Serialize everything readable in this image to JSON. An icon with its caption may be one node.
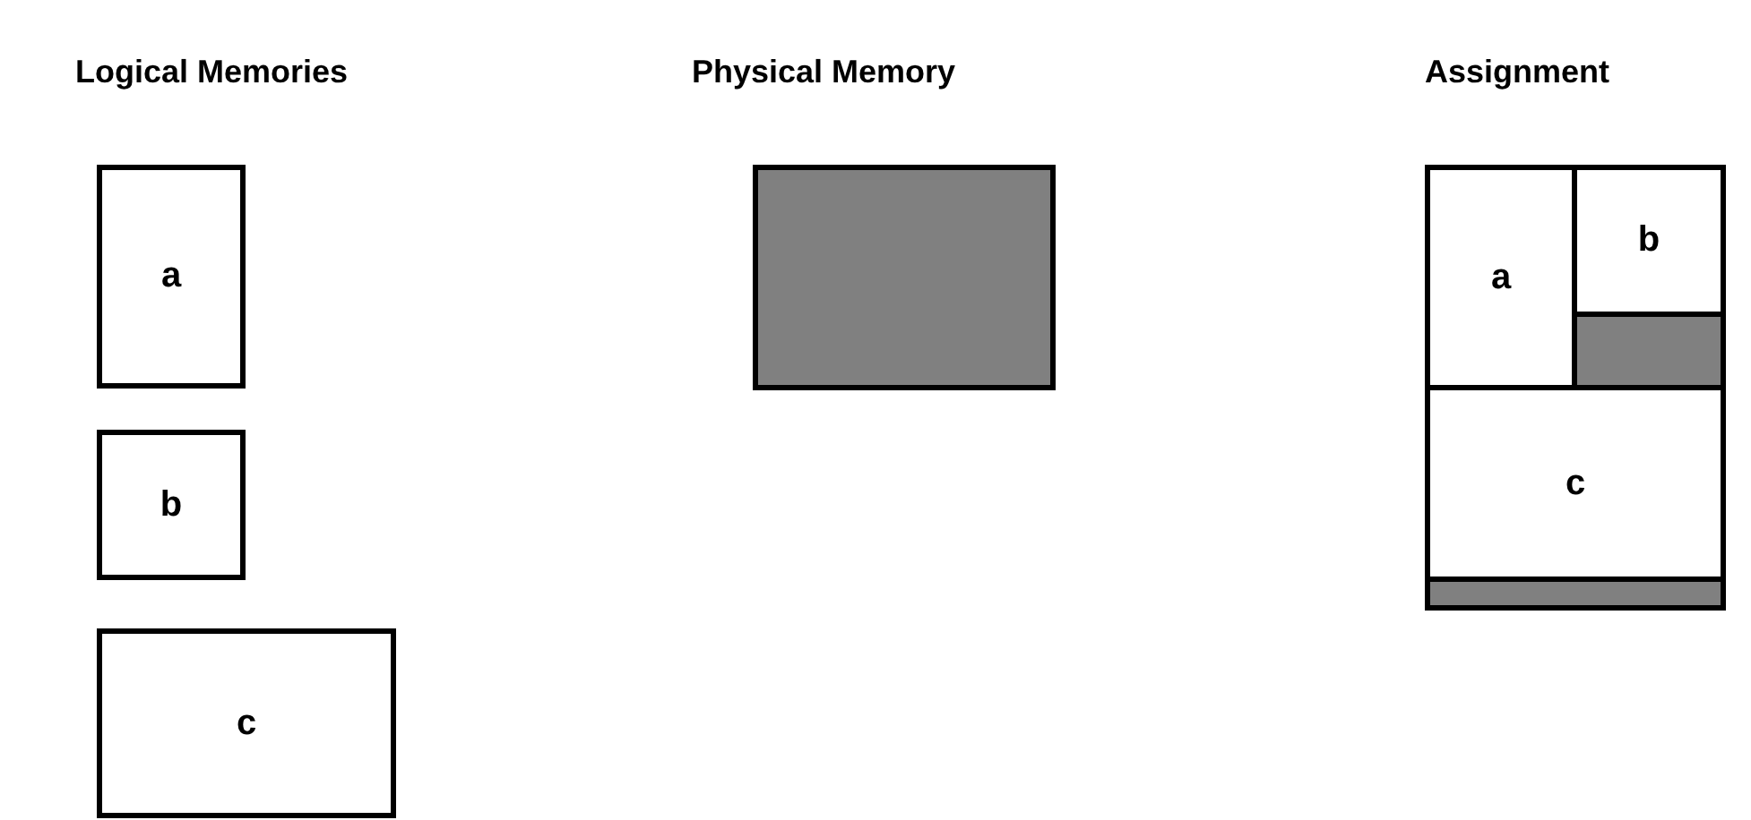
{
  "diagram": {
    "nodes": [
      {
        "text": [
          "a"
        ]
      },
      {
        "text": [
          "b"
        ]
      },
      {
        "text": [
          "c"
        ]
      },
      {
        "text": [],
        "shape": "box"
      },
      {
        "text": [
          "a"
        ]
      },
      {
        "text": [
          "b"
        ]
      },
      {
        "text": [],
        "shape": "box"
      },
      {
        "text": [
          "c"
        ]
      },
      {
        "text": [],
        "shape": "box"
      }
    ],
    "labels": [
      "Logical Memories",
      "Physical Memory",
      "Assignment"
    ]
  }
}
